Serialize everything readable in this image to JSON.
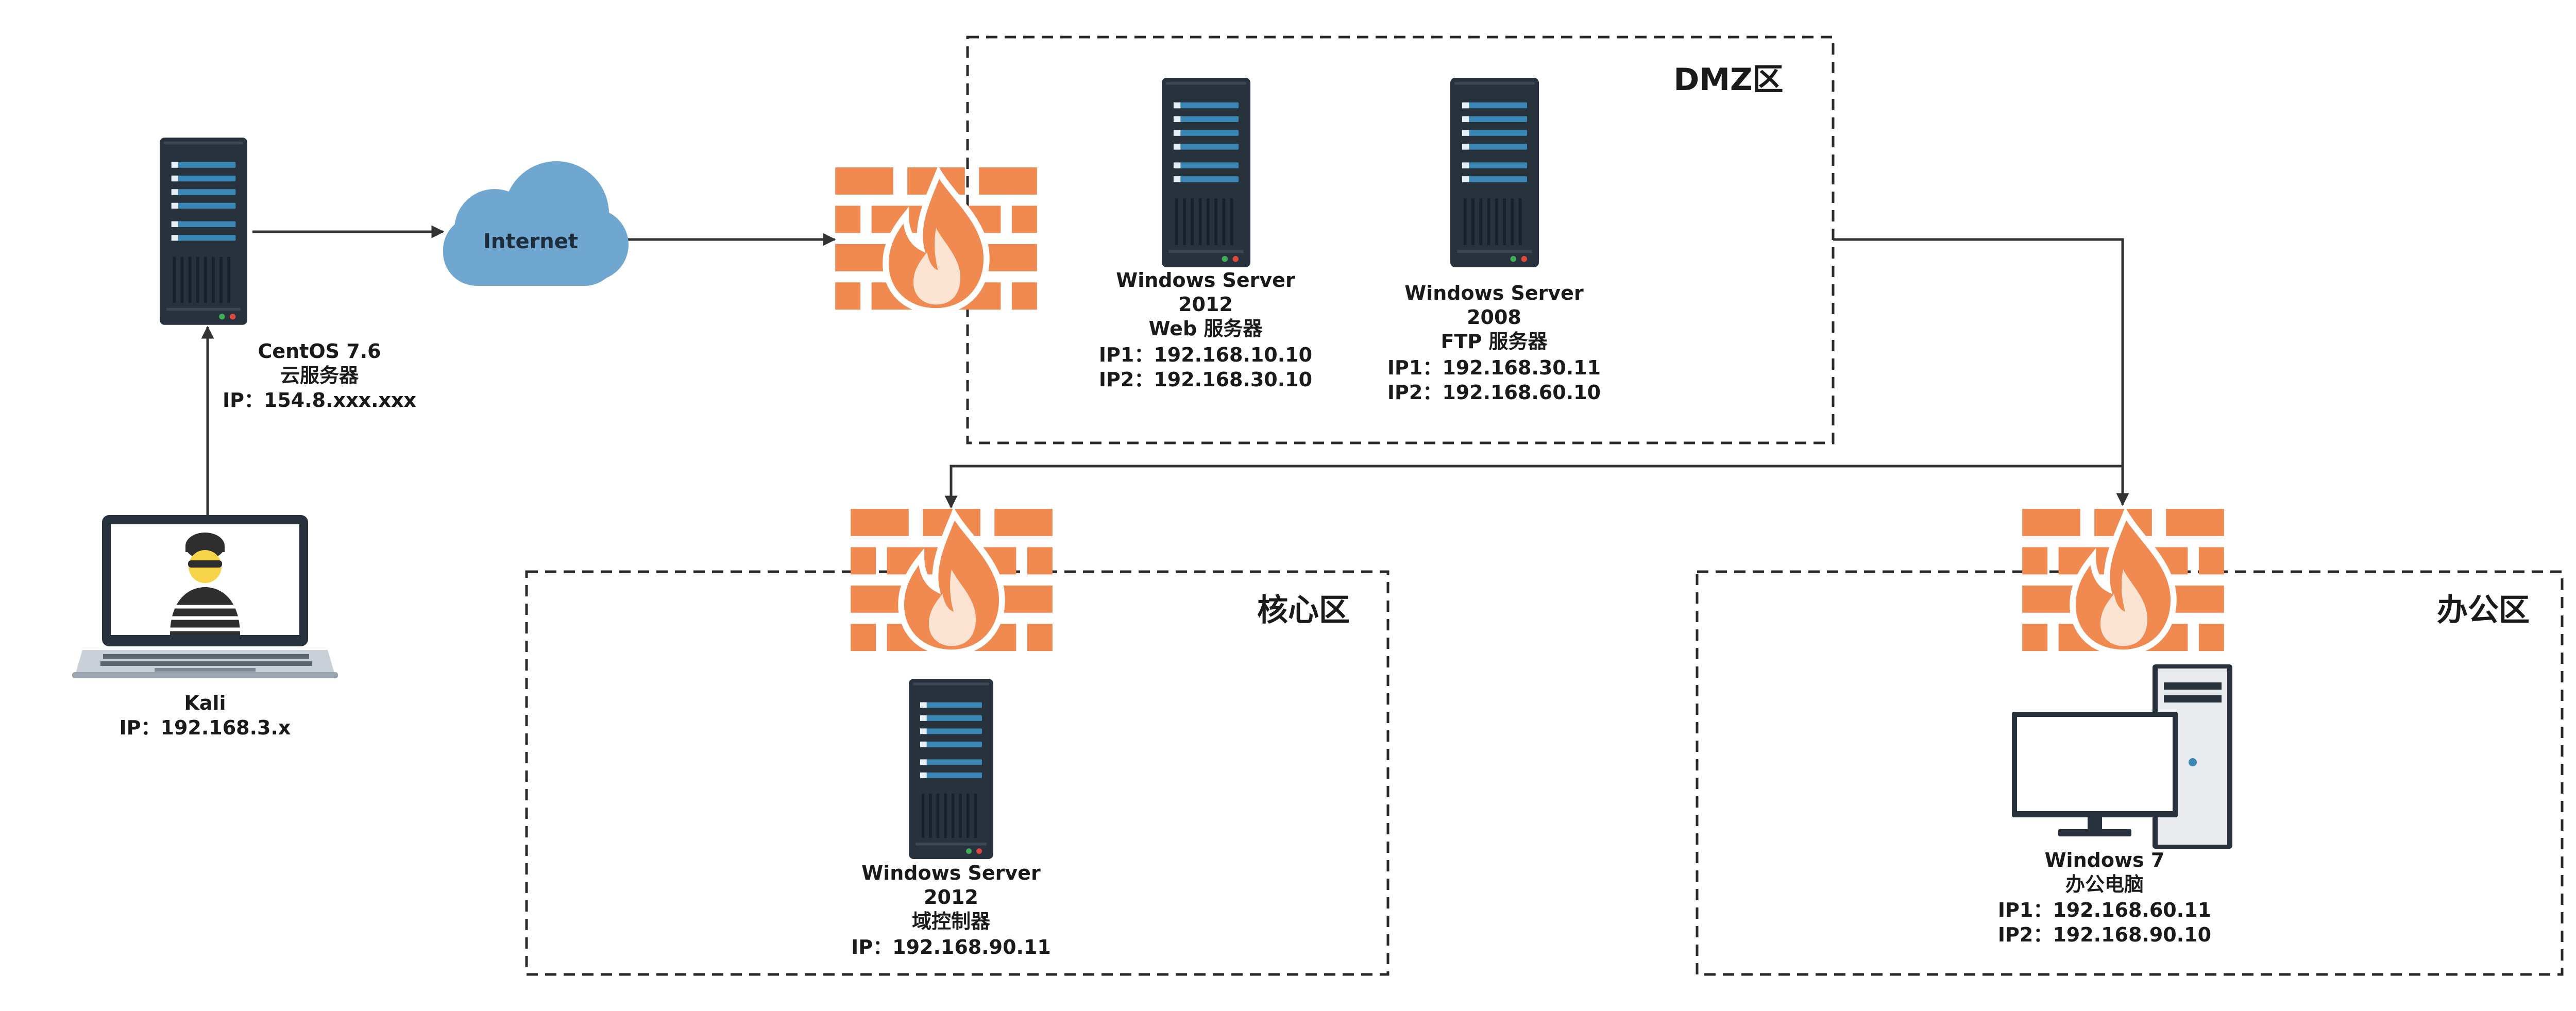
{
  "zones": {
    "dmz": "DMZ区",
    "core": "核心区",
    "office": "办公区"
  },
  "cloud": {
    "label": "Internet"
  },
  "kali": {
    "name": "Kali",
    "ip": "IP：192.168.3.x"
  },
  "centos": {
    "name": "CentOS 7.6",
    "role": "云服务器",
    "ip": "IP：154.8.xxx.xxx"
  },
  "web_server": {
    "name": "Windows Server",
    "version": "2012",
    "role": "Web 服务器",
    "ip1": "IP1：192.168.10.10",
    "ip2": "IP2：192.168.30.10"
  },
  "ftp_server": {
    "name": "Windows Server",
    "version": "2008",
    "role": "FTP 服务器",
    "ip1": "IP1：192.168.30.11",
    "ip2": "IP2：192.168.60.10"
  },
  "dc_server": {
    "name": "Windows Server",
    "version": "2012",
    "role": "域控制器",
    "ip": "IP：192.168.90.11"
  },
  "win7": {
    "name": "Windows 7",
    "role": "办公电脑",
    "ip1": "IP1：192.168.60.11",
    "ip2": "IP2：192.168.90.10"
  },
  "icons": {
    "server": "server-icon",
    "firewall": "firewall-icon",
    "laptop": "laptop-hacker-icon",
    "desktop": "desktop-pc-icon",
    "cloud": "cloud-icon"
  },
  "colors": {
    "server_body": "#28323d",
    "server_bar": "#3a87b5",
    "firewall_brick": "#f08a50",
    "flame_light": "#fde3d2",
    "cloud": "#6fa7d0",
    "line": "#333333"
  }
}
